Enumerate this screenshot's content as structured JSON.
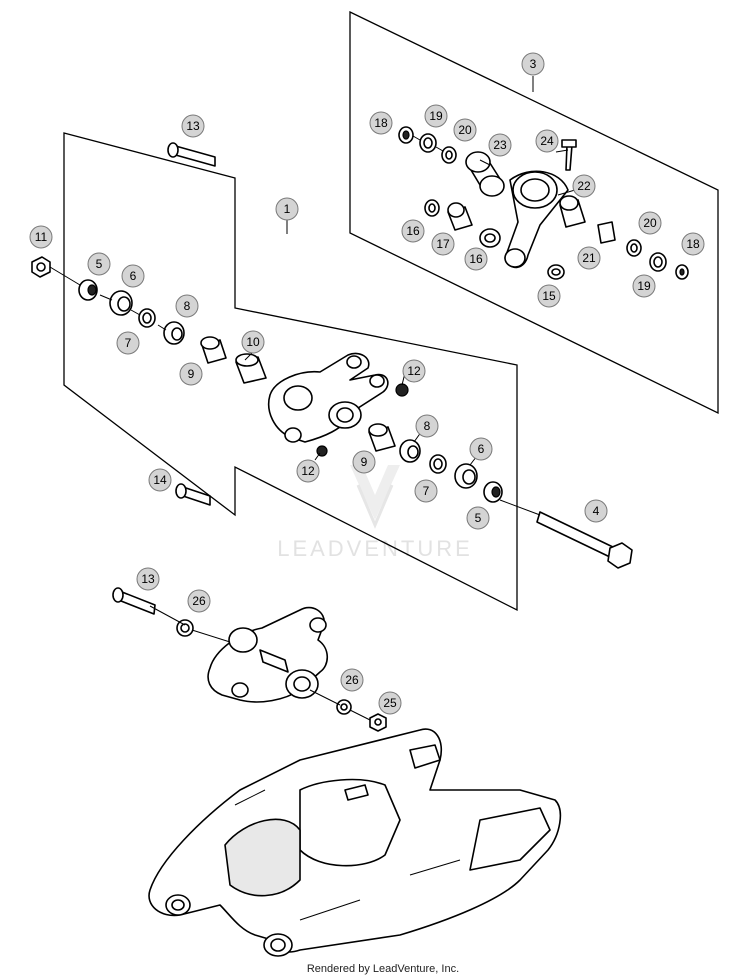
{
  "diagram": {
    "callouts": [
      {
        "id": "c3",
        "label": "3"
      },
      {
        "id": "c18a",
        "label": "18"
      },
      {
        "id": "c19a",
        "label": "19"
      },
      {
        "id": "c20a",
        "label": "20"
      },
      {
        "id": "c23",
        "label": "23"
      },
      {
        "id": "c24",
        "label": "24"
      },
      {
        "id": "c22",
        "label": "22"
      },
      {
        "id": "c16a",
        "label": "16"
      },
      {
        "id": "c17",
        "label": "17"
      },
      {
        "id": "c16b",
        "label": "16"
      },
      {
        "id": "c21",
        "label": "21"
      },
      {
        "id": "c20b",
        "label": "20"
      },
      {
        "id": "c18b",
        "label": "18"
      },
      {
        "id": "c19b",
        "label": "19"
      },
      {
        "id": "c15",
        "label": "15"
      },
      {
        "id": "c13a",
        "label": "13"
      },
      {
        "id": "c1",
        "label": "1"
      },
      {
        "id": "c11",
        "label": "11"
      },
      {
        "id": "c5a",
        "label": "5"
      },
      {
        "id": "c6a",
        "label": "6"
      },
      {
        "id": "c8a",
        "label": "8"
      },
      {
        "id": "c7a",
        "label": "7"
      },
      {
        "id": "c10",
        "label": "10"
      },
      {
        "id": "c9a",
        "label": "9"
      },
      {
        "id": "c12a",
        "label": "12"
      },
      {
        "id": "c8b",
        "label": "8"
      },
      {
        "id": "c6b",
        "label": "6"
      },
      {
        "id": "c9b",
        "label": "9"
      },
      {
        "id": "c12b",
        "label": "12"
      },
      {
        "id": "c7b",
        "label": "7"
      },
      {
        "id": "c14",
        "label": "14"
      },
      {
        "id": "c5b",
        "label": "5"
      },
      {
        "id": "c4",
        "label": "4"
      },
      {
        "id": "c13b",
        "label": "13"
      },
      {
        "id": "c26a",
        "label": "26"
      },
      {
        "id": "c26b",
        "label": "26"
      },
      {
        "id": "c25",
        "label": "25"
      }
    ],
    "watermark": "LEADVENTURE",
    "footer": "Rendered by LeadVenture, Inc."
  }
}
